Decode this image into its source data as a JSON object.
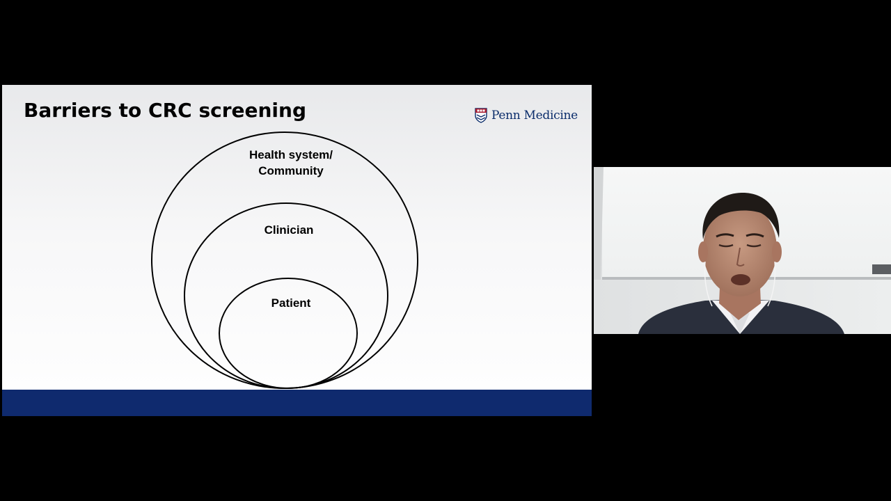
{
  "slide": {
    "title": "Barriers to CRC screening",
    "brand": "Penn Medicine",
    "brand_color": "#0b2d6b",
    "footer_color": "#0f2a6e",
    "circles": {
      "outer": "Health system/\nCommunity",
      "middle": "Clinician",
      "inner": "Patient"
    }
  },
  "webcam": {
    "icon": "speaker-video-feed"
  }
}
